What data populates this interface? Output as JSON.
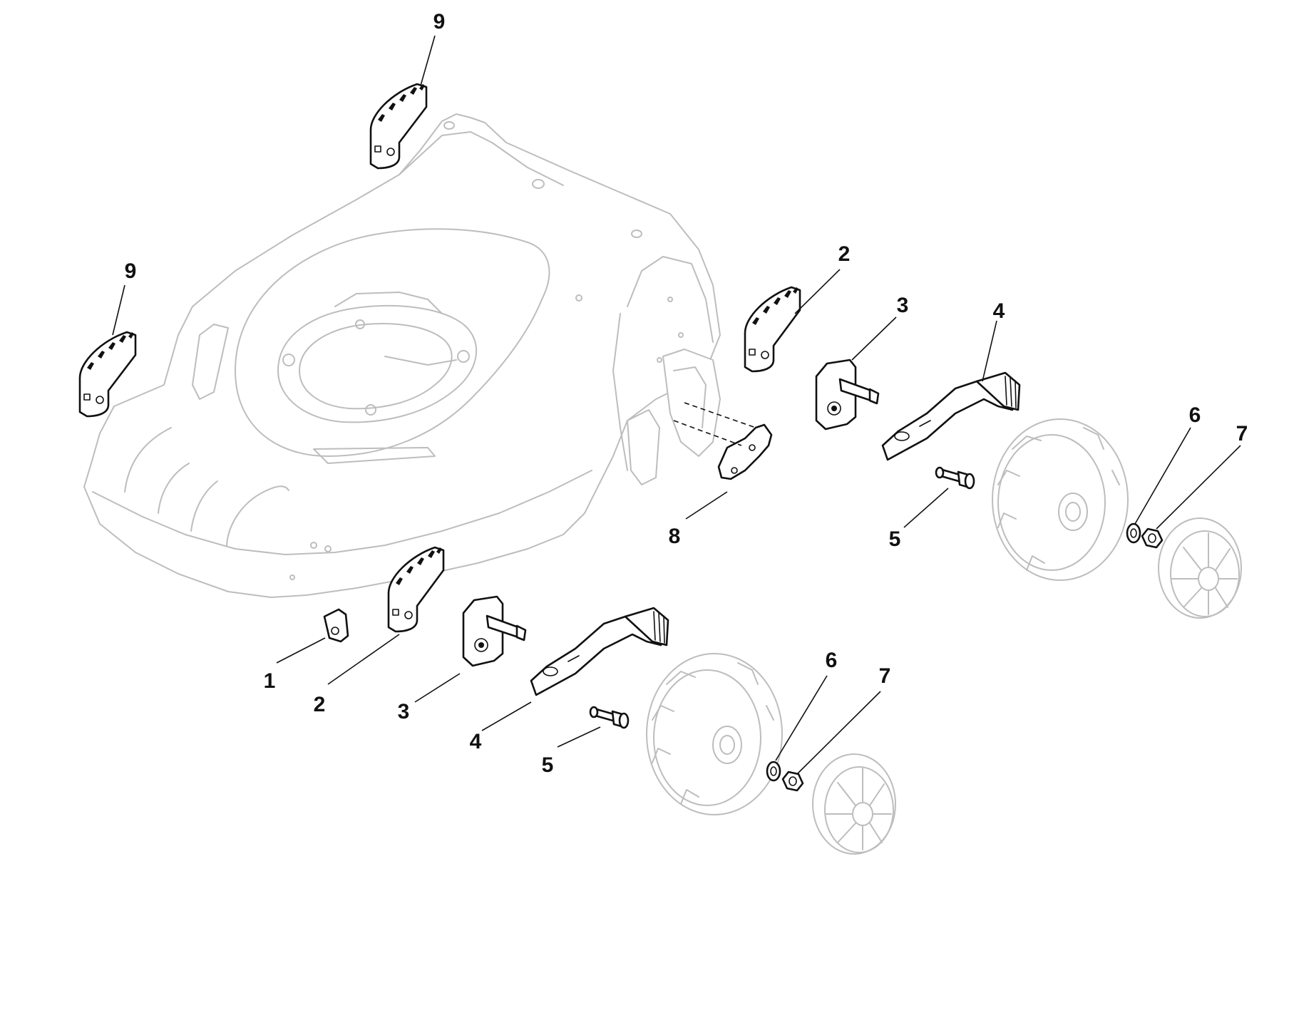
{
  "callouts": {
    "c9_top": "9",
    "c9_left": "9",
    "c2_right": "2",
    "c3_right": "3",
    "c4_right": "4",
    "c6_right": "6",
    "c7_right": "7",
    "c8": "8",
    "c5_right": "5",
    "c1": "1",
    "c2_left": "2",
    "c3_left": "3",
    "c4_left": "4",
    "c5_left": "5",
    "c6_left": "6",
    "c7_left": "7"
  },
  "colors": {
    "ghost_outline": "#bdbdbd",
    "part_outline": "#111111",
    "background": "#ffffff"
  }
}
